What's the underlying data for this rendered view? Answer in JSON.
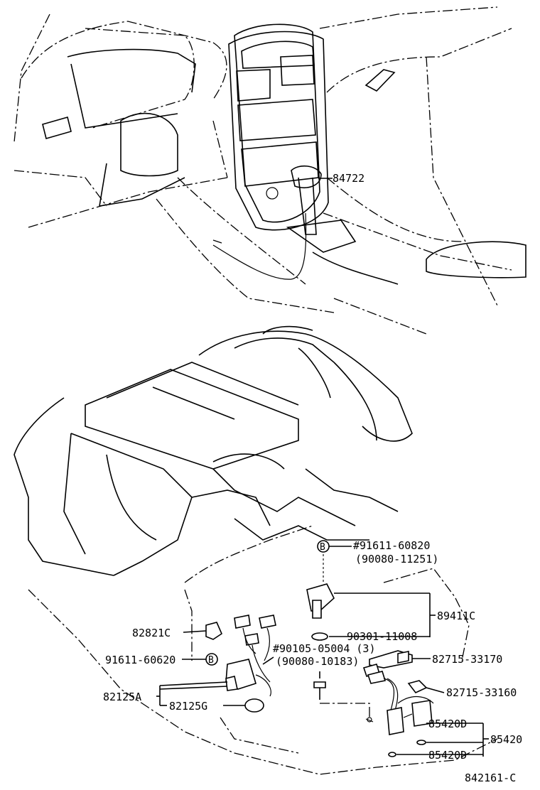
{
  "diagram_id": "842161-C",
  "parts": {
    "shift_switch": "84722",
    "bolt_b_upper": "#91611-60820",
    "bolt_b_upper_alt": "(90080-11251)",
    "sensor": "89411C",
    "o_ring": "90301-11008",
    "bracket_1": "82715-33170",
    "bracket_2": "82715-33160",
    "clamp": "82821C",
    "bolt_b_lower": "91611-60620",
    "screw": "#90105-05004 (3)",
    "screw_alt": "(90080-10183)",
    "harness": "82125A",
    "grommet": "82125G",
    "solenoid": "85420",
    "solenoid_d1": "85420D",
    "solenoid_d2": "85420D"
  },
  "markers": {
    "b": "B"
  }
}
